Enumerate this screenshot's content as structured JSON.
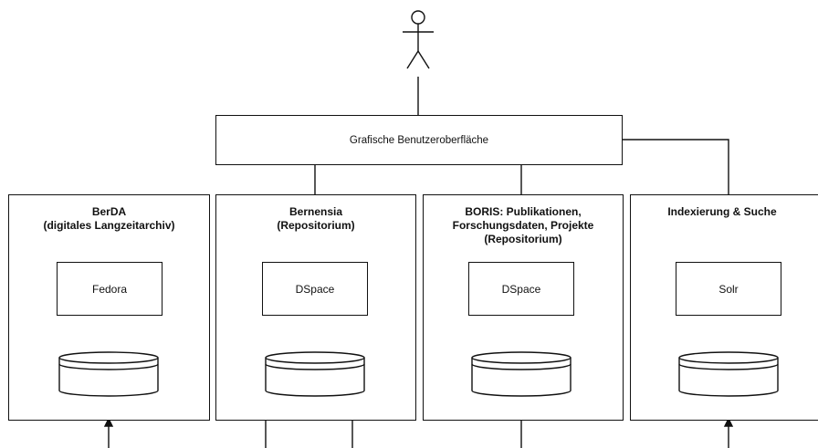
{
  "gui": {
    "label": "Grafische Benutzeroberfläche"
  },
  "systems": [
    {
      "title_line1": "BerDA",
      "title_line2": "(digitales Langzeitarchiv)",
      "title_line3": "",
      "component": "Fedora"
    },
    {
      "title_line1": "Bernensia",
      "title_line2": "(Repositorium)",
      "title_line3": "",
      "component": "DSpace"
    },
    {
      "title_line1": "BORIS: Publikationen,",
      "title_line2": "Forschungsdaten, Projekte",
      "title_line3": "(Repositorium)",
      "component": "DSpace"
    },
    {
      "title_line1": "Indexierung & Suche",
      "title_line2": "",
      "title_line3": "",
      "component": "Solr"
    }
  ]
}
